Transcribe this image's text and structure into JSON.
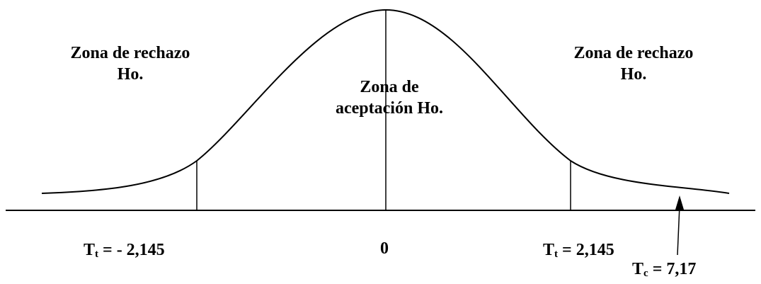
{
  "left_region": {
    "line1": "Zona de rechazo",
    "line2": "Ho."
  },
  "right_region": {
    "line1": "Zona de rechazo",
    "line2": "Ho."
  },
  "center_region": {
    "line1": "Zona de",
    "line2": "aceptación Ho."
  },
  "axis": {
    "left_critical": {
      "symbol": "T",
      "subscript": "t",
      "value": " = - 2,145"
    },
    "zero_label": "0",
    "right_critical": {
      "symbol": "T",
      "subscript": "t",
      "value": " = 2,145"
    }
  },
  "test_statistic": {
    "symbol": "T",
    "subscript": "c",
    "value": " =  7,17"
  },
  "colors": {
    "stroke": "#000000",
    "text": "#000000",
    "background": "#ffffff"
  }
}
